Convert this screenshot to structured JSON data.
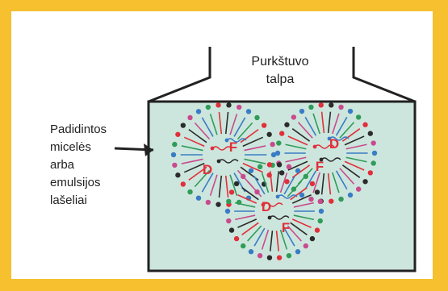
{
  "colors": {
    "page_border": "#f6c02e",
    "card": "#ffffff",
    "tank_fill": "#cde6dd",
    "outline": "#222222",
    "letter": "#e0303a",
    "tail_colors": [
      "#3a7cc4",
      "#2f9c58",
      "#e0303a",
      "#2b2b2b",
      "#c94a8e"
    ]
  },
  "tank": {
    "title_lines": [
      "Purkštuvo",
      "talpa"
    ]
  },
  "callout": {
    "lines": [
      "Padidintos",
      "micelės",
      "arba",
      "emulsijos",
      "lašeliai"
    ],
    "arrow_icon": "arrow-right-icon"
  },
  "micelles": [
    {
      "letters": [
        "D",
        "F"
      ]
    },
    {
      "letters": [
        "D",
        "F"
      ]
    },
    {
      "letters": [
        "D",
        "F"
      ]
    }
  ]
}
